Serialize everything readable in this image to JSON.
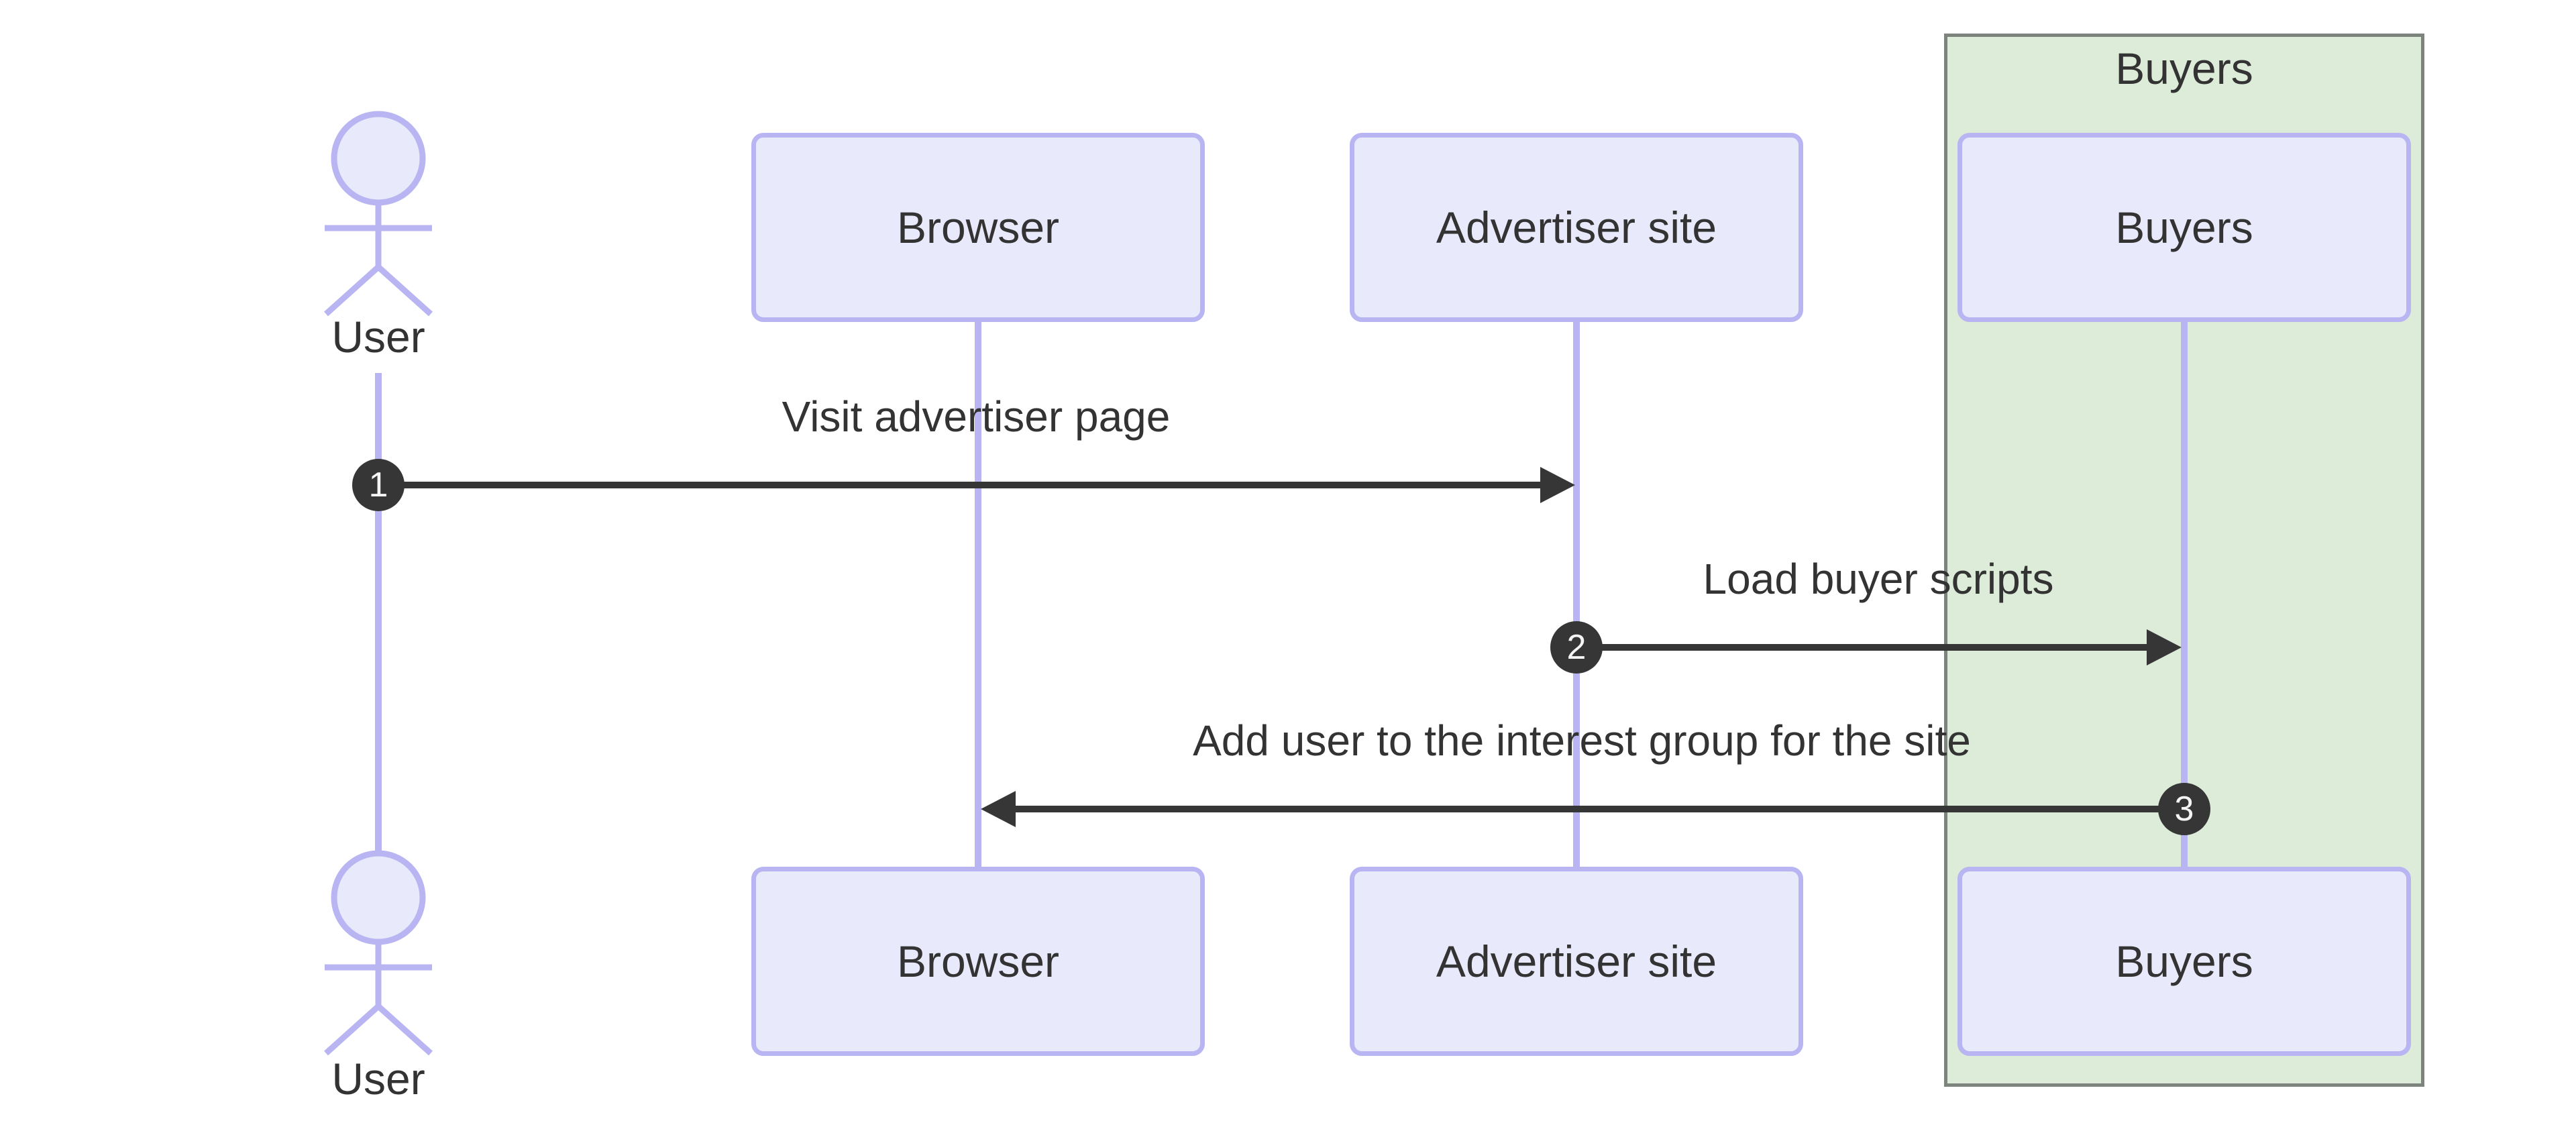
{
  "diagram": {
    "type": "sequence-diagram",
    "actor": {
      "label": "User"
    },
    "participants": [
      {
        "label": "Browser"
      },
      {
        "label": "Advertiser site"
      },
      {
        "label": "Buyers"
      }
    ],
    "group": {
      "label": "Buyers",
      "fill": "#dcecd9",
      "border_color": "#7d837d"
    },
    "messages": [
      {
        "seq": "1",
        "from": "User",
        "to": "Advertiser site",
        "label": "Visit advertiser page"
      },
      {
        "seq": "2",
        "from": "Advertiser site",
        "to": "Buyers",
        "label": "Load buyer scripts"
      },
      {
        "seq": "3",
        "from": "Buyers",
        "to": "Browser",
        "label": "Add user to the interest group for the site"
      }
    ],
    "colors": {
      "participant_fill": "#e9e9fc",
      "participant_border": "#b8b5f2",
      "lifeline": "#b8b5f2",
      "message": "#363636",
      "text": "#333333",
      "group_fill": "#dcecd9",
      "group_border": "#7d837d",
      "background": "#ffffff"
    }
  }
}
